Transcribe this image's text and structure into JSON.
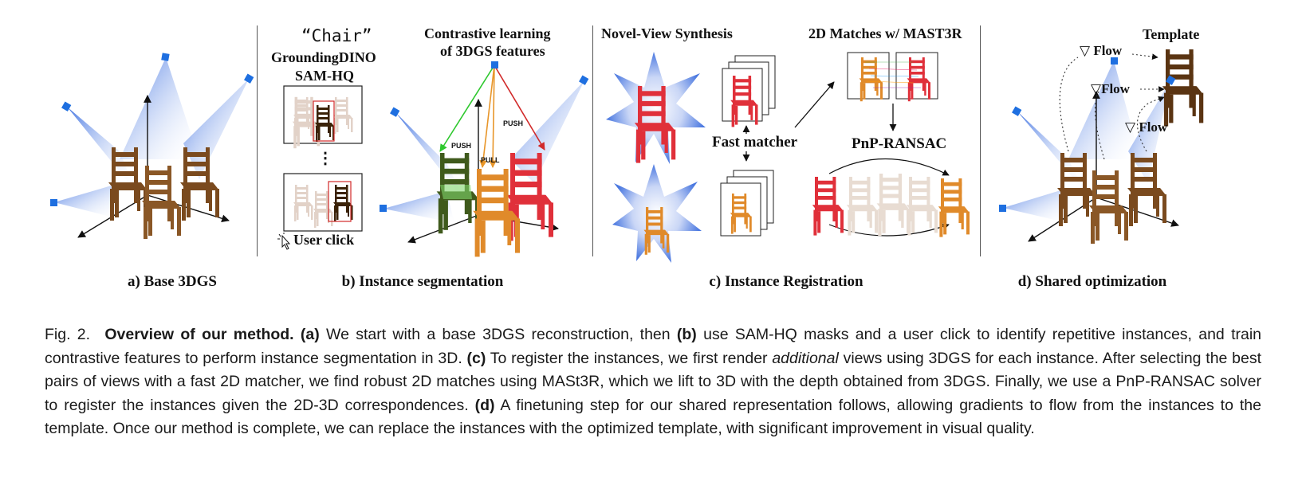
{
  "panels": {
    "a": {
      "label": "a) Base 3DGS"
    },
    "b": {
      "label": "b) Instance segmentation",
      "prompt_text": "“Chair”",
      "model1": "GroundingDINO",
      "model2": "SAM-HQ",
      "dots": "⋮",
      "user_click": "User click",
      "contrastive_title1": "Contrastive learning",
      "contrastive_title2": "of 3DGS features",
      "push1": "PUSH",
      "push2": "PUSH",
      "pull": "PULL"
    },
    "c": {
      "label": "c) Instance Registration",
      "nvs_title": "Novel-View Synthesis",
      "matches_title": "2D Matches w/ MAST3R",
      "fast_matcher": "Fast matcher",
      "pnp": "PnP-RANSAC"
    },
    "d": {
      "label": "d) Shared optimization",
      "template": "Template",
      "flow1": "▽ Flow",
      "flow2": "▽Flow",
      "flow3": "▽ Flow"
    }
  },
  "caption": {
    "fig_no": "Fig. 2.",
    "title": "Overview of our method.",
    "a_tag": "(a)",
    "a_text": " We start with a base 3DGS reconstruction, then ",
    "b_tag": "(b)",
    "b_text": " use SAM-HQ masks and a user click to identify repetitive instances, and train contrastive features to perform instance segmentation in 3D. ",
    "c_tag": "(c)",
    "c_text1": " To register the instances, we first render ",
    "c_em": "additional",
    "c_text2": " views using 3DGS for each instance. After selecting the best pairs of views with a fast 2D matcher, we find robust 2D matches using MASt3R, which we lift to 3D with the depth obtained from 3DGS. Finally, we use a PnP-RANSAC solver to register the instances given the 2D-3D correspondences. ",
    "d_tag": "(d)",
    "d_text": " A finetuning step for our shared representation follows, allowing gradients to flow from the instances to the template. Once our method is complete, we can replace the instances with the optimized template, with significant improvement in visual quality."
  },
  "colors": {
    "brown": "#7a4a1e",
    "brown_dark": "#3a2208",
    "green": "#3f5a1c",
    "orange": "#e08a2a",
    "red": "#e0303a",
    "camera_blue": "#1e6fe0",
    "beige": "#e8dcd2"
  }
}
